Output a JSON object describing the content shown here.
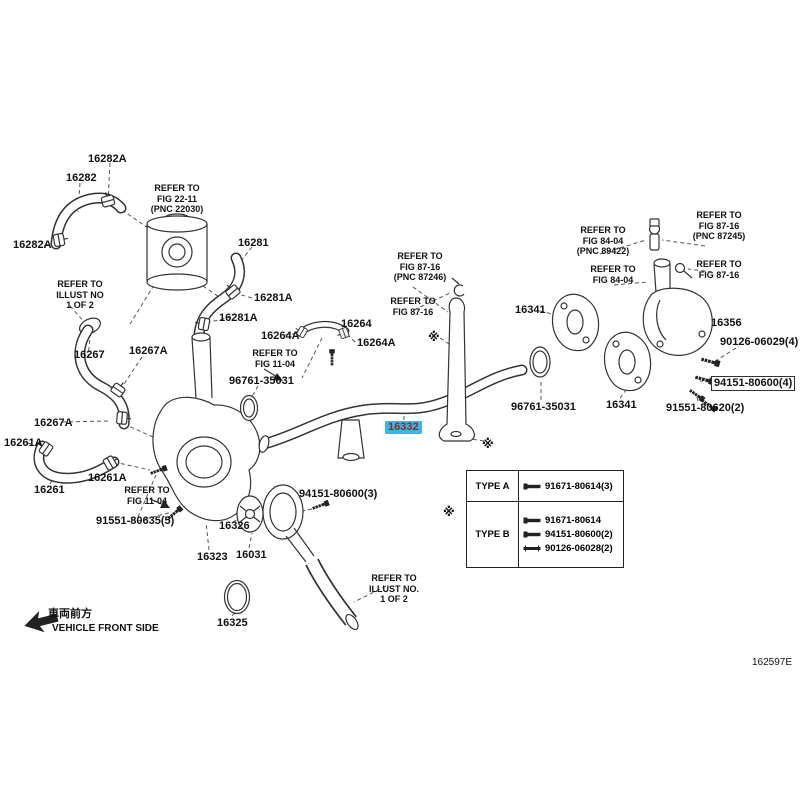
{
  "page": {
    "drawing_code": "162597E",
    "front_marker": {
      "jp": "車両前方",
      "en": "VEHICLE FRONT SIDE"
    }
  },
  "highlight": {
    "bg": "#3cb4e5",
    "fg": "#8c2a21"
  },
  "marks": {
    "ref": "※"
  },
  "labels": {
    "l16282a_top": "16282A",
    "l16282": "16282",
    "ref_fig2211": "REFER TO\nFIG 22-11\n(PNC 22030)",
    "l16282a_left": "16282A",
    "l16281": "16281",
    "ref_illust_left": "REFER TO\nILLUST NO\n1 OF 2",
    "l16281a_right": "16281A",
    "l16281a_left": "16281A",
    "l16264": "16264",
    "l16264a_left": "16264A",
    "l16264a_right": "16264A",
    "l16267a_top": "16267A",
    "l16267": "16267",
    "ref_fig1104_top": "REFER TO\nFIG 11-04",
    "ref_fig8716_87246": "REFER TO\nFIG 87-16\n(PNC 87246)",
    "ref_fig8716_mid": "REFER TO\nFIG 87-16",
    "ref_fig8404_89422": "REFER TO\nFIG 84-04\n(PNC 89422)",
    "ref_fig8716_87245": "REFER TO\nFIG 87-16\n(PNC 87245)",
    "ref_fig8404": "REFER TO\nFIG 84-04",
    "ref_fig8716_right": "REFER TO\nFIG 87-16",
    "l16341_left": "16341",
    "l16356": "16356",
    "l90126_06029": "90126-06029(4)",
    "l94151_80600_4": "94151-80600(4)",
    "l96761_left": "96761-35031",
    "l96761_right": "96761-35031",
    "l16341_right": "16341",
    "l91551_80620": "91551-80620(2)",
    "l16267a_bottom": "16267A",
    "l16261a_left": "16261A",
    "l16332": "16332",
    "l16261": "16261",
    "l16261a_right": "16261A",
    "ref_fig1104_bottom": "REFER TO\nFIG 11-04",
    "l91551_80635": "91551-80635(5)",
    "l94151_80600_3": "94151-80600(3)",
    "l16326": "16326",
    "l16323": "16323",
    "l16031": "16031",
    "l16325": "16325",
    "ref_illust_bottom": "REFER TO\nILLUST NO.\n1 OF 2"
  },
  "legend": {
    "rows": [
      {
        "type": "TYPE A",
        "items": [
          "91671-80614(3)"
        ]
      },
      {
        "type": "TYPE B",
        "items": [
          "91671-80614",
          "94151-80600(2)",
          "90126-06028(2)"
        ]
      }
    ]
  }
}
